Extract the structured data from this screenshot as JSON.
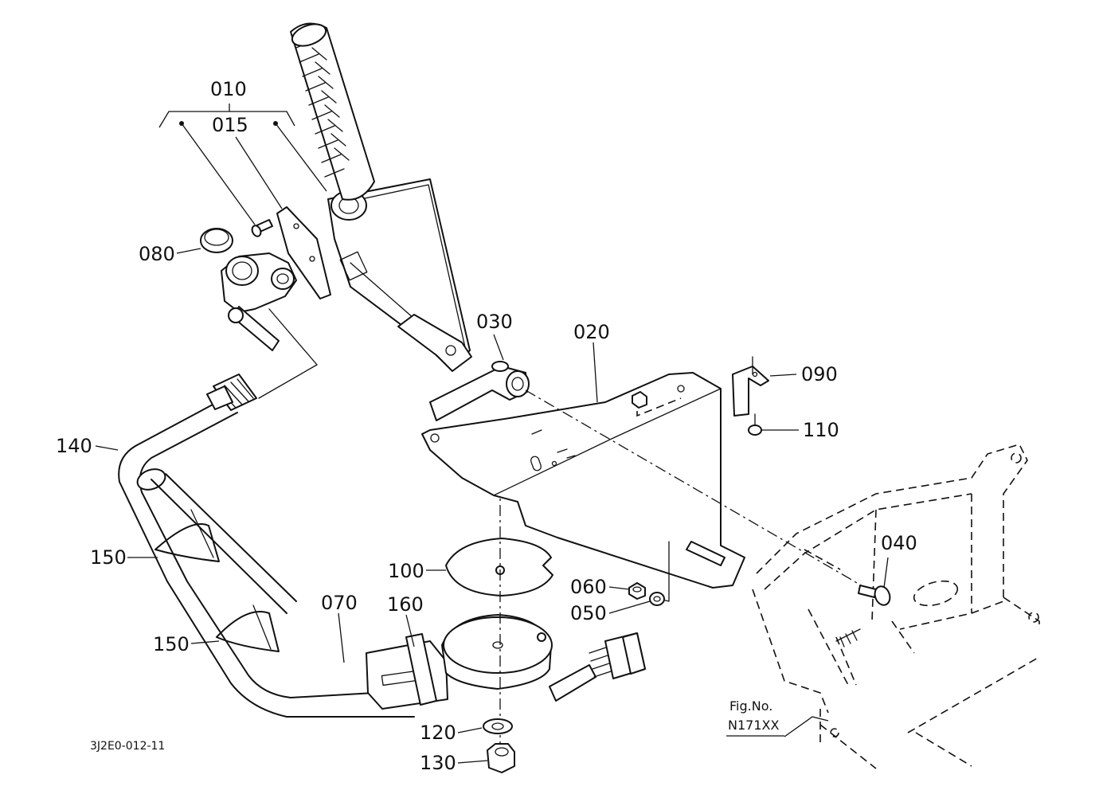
{
  "drawing_code": "3J2E0-012-11",
  "figure_ref": {
    "caption": "Fig.No.",
    "number": "N171XX"
  },
  "callouts": {
    "c010": "010",
    "c015": "015",
    "c020": "020",
    "c030": "030",
    "c040": "040",
    "c050": "050",
    "c060": "060",
    "c070": "070",
    "c080": "080",
    "c090": "090",
    "c100": "100",
    "c110": "110",
    "c120": "120",
    "c130": "130",
    "c140": "140",
    "c150a": "150",
    "c150b": "150",
    "c160": "160"
  }
}
